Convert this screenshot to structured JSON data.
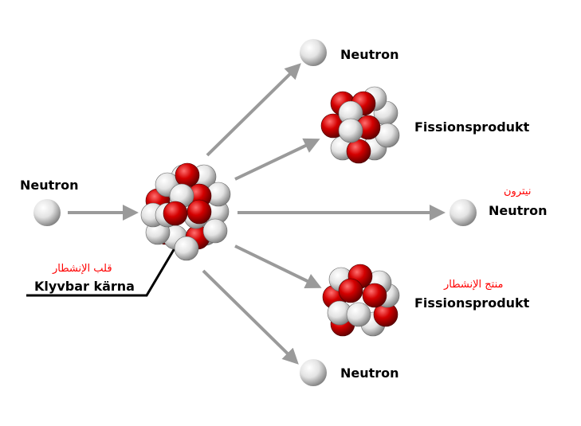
{
  "labels": {
    "incoming_neutron": "Neutron",
    "fissile_nucleus": "Klyvbar kärna",
    "fissile_nucleus_ar": "قلب الإنشطار",
    "neutron_top": "Neutron",
    "neutron_middle": "Neutron",
    "neutron_middle_ar": "نيترون",
    "neutron_bottom": "Neutron",
    "fission_product_top": "Fissionsprodukt",
    "fission_product_bottom": "Fissionsprodukt",
    "fission_product_ar": "منتج الإنشطار"
  },
  "colors": {
    "proton": "#cc0000",
    "neutron": "#d8d8d8",
    "arrow": "#9a9a9a",
    "leader_line": "#000000",
    "translation_text": "#ff0000"
  },
  "icons": {
    "incoming": "neutron-ball-icon",
    "nucleus": "nucleus-cluster-icon",
    "fission_product": "nucleus-cluster-icon",
    "outgoing": "neutron-ball-icon"
  }
}
